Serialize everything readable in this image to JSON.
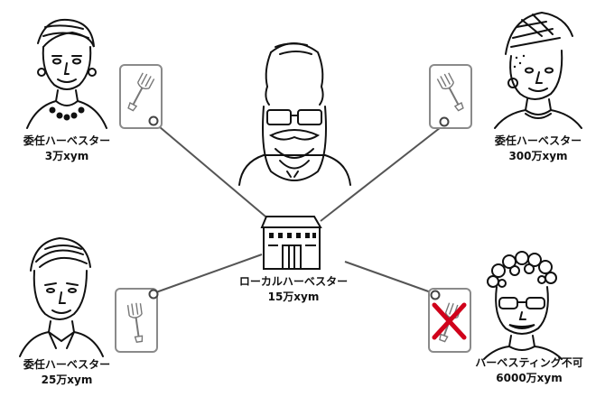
{
  "hub": {
    "role": "ローカルハーベスター",
    "amount": "15万xym"
  },
  "nodes": [
    {
      "role": "委任ハーベスター",
      "amount": "3万xym"
    },
    {
      "role": "委任ハーベスター",
      "amount": "300万xym"
    },
    {
      "role": "委任ハーベスター",
      "amount": "25万xym"
    },
    {
      "role": "ハーベスティング不可",
      "amount": "6000万xym"
    }
  ],
  "colors": {
    "line": "#555555",
    "card_border": "#8a8a8a",
    "cross": "#d0021b",
    "ink": "#111111"
  },
  "icons": {
    "hub": "building-icon",
    "card": "fork-icon",
    "reject": "cross-icon"
  }
}
